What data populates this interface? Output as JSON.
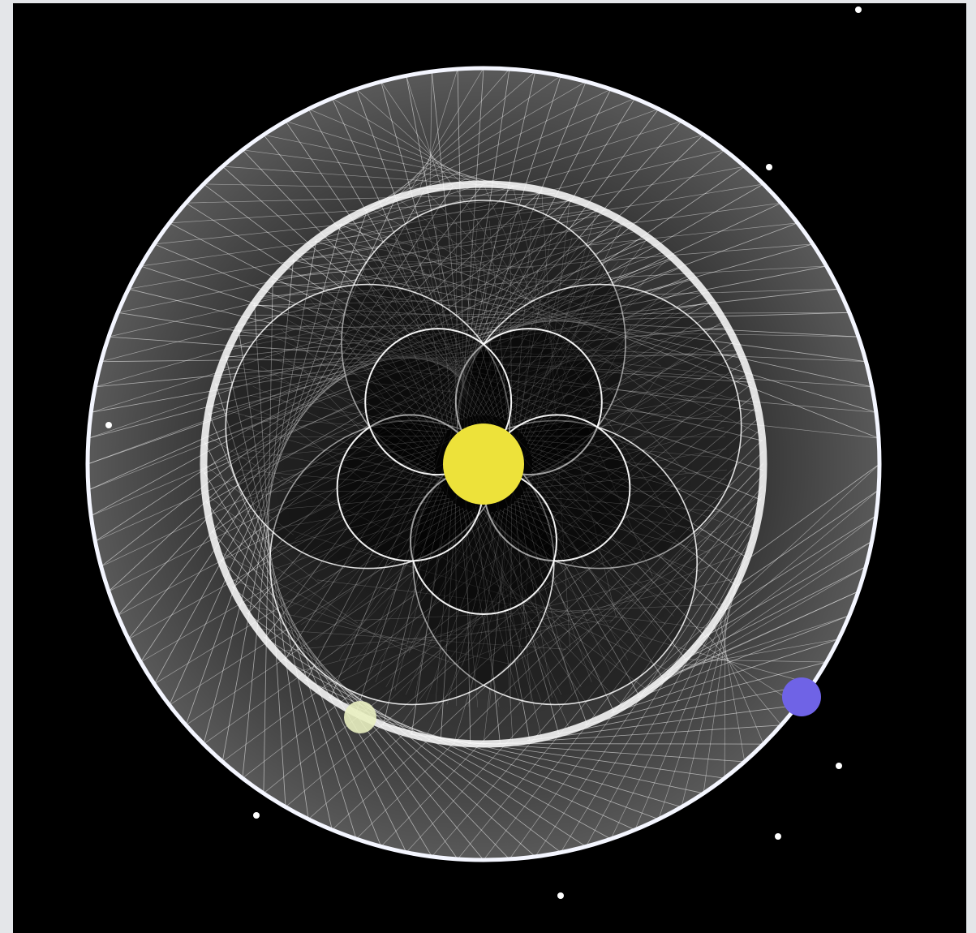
{
  "scene": {
    "background_color": "#000000",
    "page_border_color": "#e4e6e9",
    "line_color": "#ffffff",
    "sun_color": "#ede23a",
    "planet_inner_color": "#e9efc1",
    "planet_outer_color": "#6f63e6",
    "star_color": "#ffffff",
    "star_count": 7,
    "outer_mesh_points": 96,
    "inner_mesh_points": 60,
    "rosette_petals": 5
  }
}
